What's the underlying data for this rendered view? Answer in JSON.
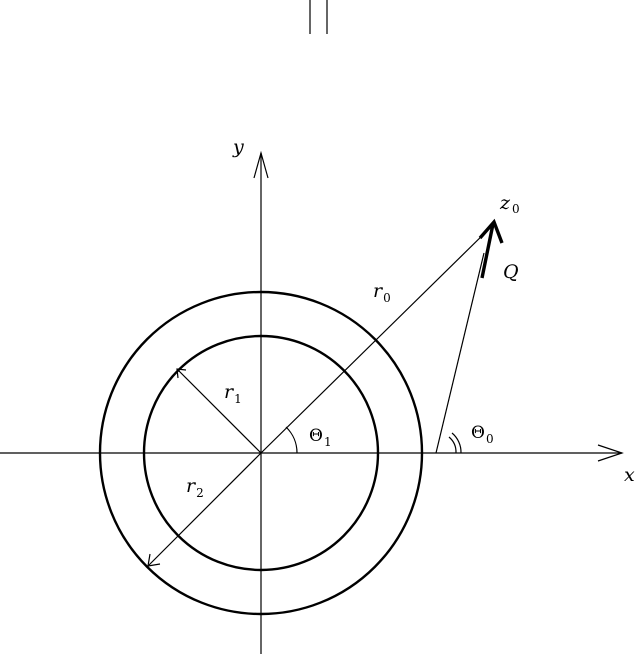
{
  "diagram": {
    "header_mark": "||",
    "labels": {
      "y_axis": "y",
      "x_axis": "x",
      "z0": {
        "base": "z",
        "sub": "0"
      },
      "Q": "Q",
      "r0": {
        "base": "r",
        "sub": "0"
      },
      "r1": {
        "base": "r",
        "sub": "1"
      },
      "r2": {
        "base": "r",
        "sub": "2"
      },
      "theta1": {
        "base": "Θ",
        "sub": "1"
      },
      "theta0": {
        "base": "Θ",
        "sub": "0"
      }
    },
    "colors": {
      "stroke": "#000000",
      "background": "#ffffff"
    }
  }
}
